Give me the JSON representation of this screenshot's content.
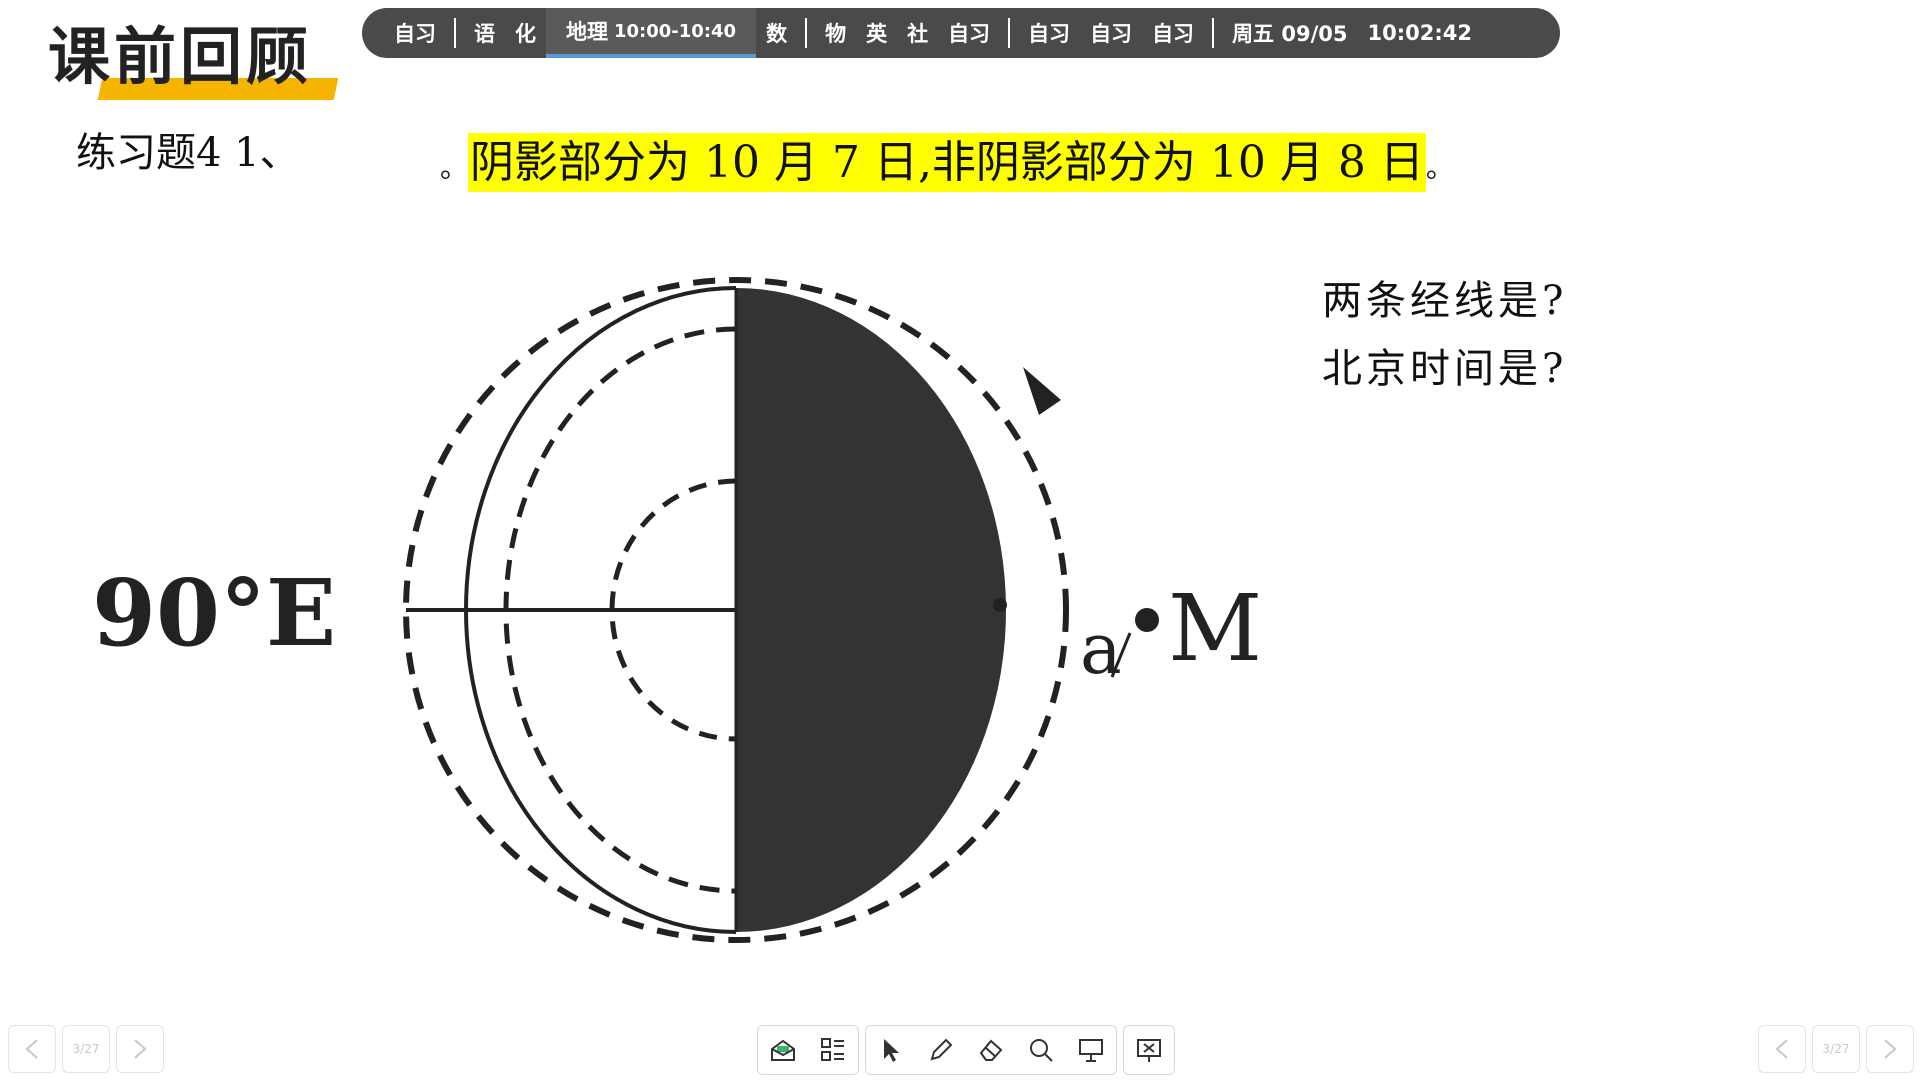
{
  "header": {
    "title": "课前回顾",
    "exercise_label": "练习题4 1、"
  },
  "schedule": {
    "items": [
      "自习",
      "语",
      "化",
      "数",
      "物",
      "英",
      "社",
      "自习",
      "自习",
      "自习",
      "自习"
    ],
    "current": {
      "subject": "地理",
      "time": "10:00-10:40"
    },
    "date": "周五 09/05",
    "clock": "10:02:42"
  },
  "content": {
    "lead_mark": "。",
    "highlight": "阴影部分为 10 月 7 日,非阴影部分为 10 月 8 日",
    "trail_mark": "。",
    "questions": [
      "两条经线是?",
      "北京时间是?"
    ]
  },
  "diagram": {
    "longitude_label": "90°E",
    "point_label": "M",
    "arc_label": "a"
  },
  "navigation": {
    "left_page": "3/27",
    "right_page": "3/27"
  },
  "colors": {
    "accent_underline": "#f5b400",
    "highlight": "#ffff00",
    "schedule_bar": "#4a4a4a",
    "current_indicator": "#5b9bd5",
    "shadow": "#333333"
  },
  "toolbar": {
    "icons": [
      "inbox-icon",
      "grid-icon",
      "cursor-icon",
      "pen-icon",
      "eraser-icon",
      "search-icon",
      "screen-icon",
      "close-screen-icon"
    ]
  }
}
